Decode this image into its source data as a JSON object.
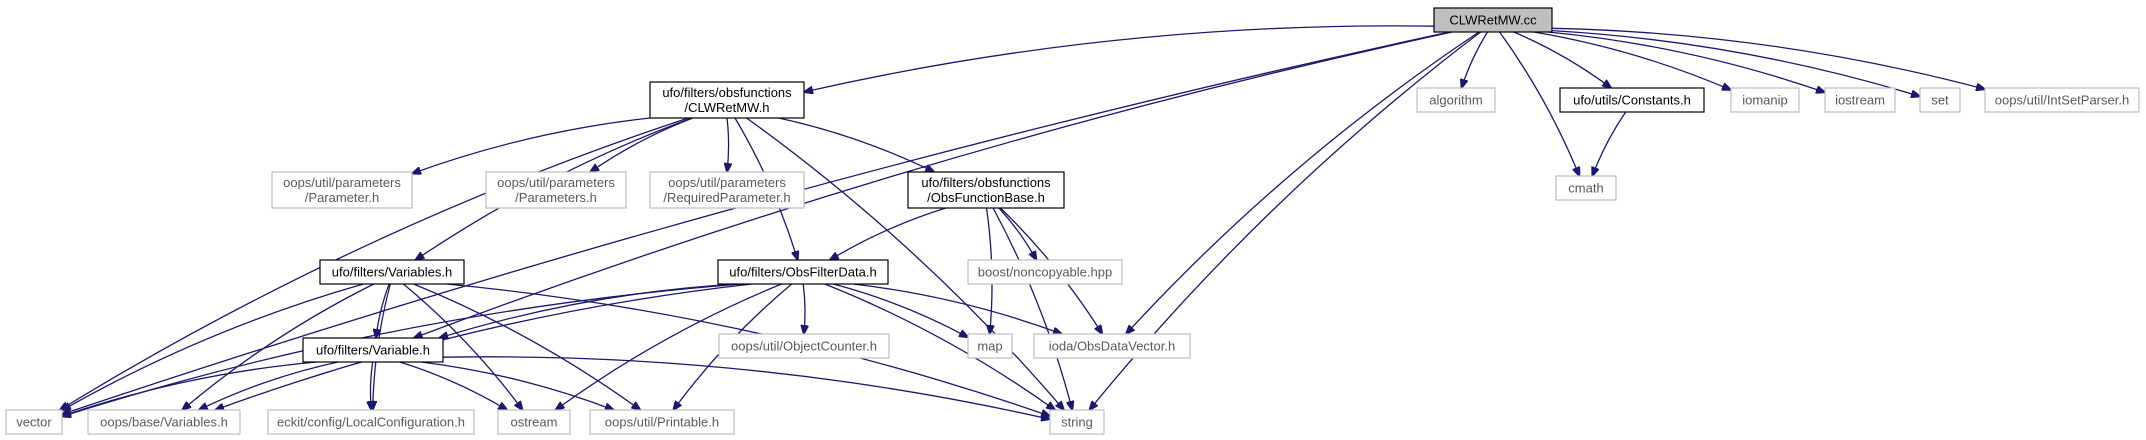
{
  "diagram": {
    "title": "CLWRetMW.cc",
    "nodes": [
      {
        "id": "root",
        "label": [
          "CLWRetMW.cc"
        ],
        "style": "root"
      },
      {
        "id": "clwh",
        "label": [
          "ufo/filters/obsfunctions",
          "/CLWRetMW.h"
        ],
        "style": "linked"
      },
      {
        "id": "algorithm",
        "label": [
          "algorithm"
        ],
        "style": "plain"
      },
      {
        "id": "constants",
        "label": [
          "ufo/utils/Constants.h"
        ],
        "style": "linked"
      },
      {
        "id": "iomanip",
        "label": [
          "iomanip"
        ],
        "style": "plain"
      },
      {
        "id": "iostream",
        "label": [
          "iostream"
        ],
        "style": "plain"
      },
      {
        "id": "set",
        "label": [
          "set"
        ],
        "style": "plain"
      },
      {
        "id": "intset",
        "label": [
          "oops/util/IntSetParser.h"
        ],
        "style": "plain"
      },
      {
        "id": "param",
        "label": [
          "oops/util/parameters",
          "/Parameter.h"
        ],
        "style": "plain"
      },
      {
        "id": "params",
        "label": [
          "oops/util/parameters",
          "/Parameters.h"
        ],
        "style": "plain"
      },
      {
        "id": "reqparam",
        "label": [
          "oops/util/parameters",
          "/RequiredParameter.h"
        ],
        "style": "plain"
      },
      {
        "id": "obsfuncbase",
        "label": [
          "ufo/filters/obsfunctions",
          "/ObsFunctionBase.h"
        ],
        "style": "linked"
      },
      {
        "id": "cmath",
        "label": [
          "cmath"
        ],
        "style": "plain"
      },
      {
        "id": "variables",
        "label": [
          "ufo/filters/Variables.h"
        ],
        "style": "linked"
      },
      {
        "id": "obsfilter",
        "label": [
          "ufo/filters/ObsFilterData.h"
        ],
        "style": "linked"
      },
      {
        "id": "noncopy",
        "label": [
          "boost/noncopyable.hpp"
        ],
        "style": "plain"
      },
      {
        "id": "variable",
        "label": [
          "ufo/filters/Variable.h"
        ],
        "style": "linked"
      },
      {
        "id": "objcounter",
        "label": [
          "oops/util/ObjectCounter.h"
        ],
        "style": "plain"
      },
      {
        "id": "map",
        "label": [
          "map"
        ],
        "style": "plain"
      },
      {
        "id": "iodaobs",
        "label": [
          "ioda/ObsDataVector.h"
        ],
        "style": "plain"
      },
      {
        "id": "vector",
        "label": [
          "vector"
        ],
        "style": "plain"
      },
      {
        "id": "basevars",
        "label": [
          "oops/base/Variables.h"
        ],
        "style": "plain"
      },
      {
        "id": "localconf",
        "label": [
          "eckit/config/LocalConfiguration.h"
        ],
        "style": "plain"
      },
      {
        "id": "ostream",
        "label": [
          "ostream"
        ],
        "style": "plain"
      },
      {
        "id": "printable",
        "label": [
          "oops/util/Printable.h"
        ],
        "style": "plain"
      },
      {
        "id": "string",
        "label": [
          "string"
        ],
        "style": "plain"
      }
    ],
    "edges": [
      [
        "root",
        "clwh"
      ],
      [
        "root",
        "algorithm"
      ],
      [
        "root",
        "constants"
      ],
      [
        "root",
        "iomanip"
      ],
      [
        "root",
        "iostream"
      ],
      [
        "root",
        "set"
      ],
      [
        "root",
        "intset"
      ],
      [
        "root",
        "cmath"
      ],
      [
        "root",
        "vector"
      ],
      [
        "root",
        "variable"
      ],
      [
        "root",
        "iodaobs"
      ],
      [
        "root",
        "string"
      ],
      [
        "constants",
        "cmath"
      ],
      [
        "clwh",
        "param"
      ],
      [
        "clwh",
        "params"
      ],
      [
        "clwh",
        "reqparam"
      ],
      [
        "clwh",
        "obsfuncbase"
      ],
      [
        "clwh",
        "variables"
      ],
      [
        "clwh",
        "obsfilter"
      ],
      [
        "clwh",
        "vector"
      ],
      [
        "clwh",
        "string"
      ],
      [
        "obsfuncbase",
        "obsfilter"
      ],
      [
        "obsfuncbase",
        "noncopy"
      ],
      [
        "obsfuncbase",
        "map"
      ],
      [
        "obsfuncbase",
        "iodaobs"
      ],
      [
        "obsfuncbase",
        "string"
      ],
      [
        "variables",
        "variable"
      ],
      [
        "variables",
        "vector"
      ],
      [
        "variables",
        "basevars"
      ],
      [
        "variables",
        "localconf"
      ],
      [
        "variables",
        "ostream"
      ],
      [
        "variables",
        "printable"
      ],
      [
        "variables",
        "string"
      ],
      [
        "obsfilter",
        "variable"
      ],
      [
        "obsfilter",
        "objcounter"
      ],
      [
        "obsfilter",
        "map"
      ],
      [
        "obsfilter",
        "iodaobs"
      ],
      [
        "obsfilter",
        "vector"
      ],
      [
        "obsfilter",
        "basevars"
      ],
      [
        "obsfilter",
        "ostream"
      ],
      [
        "obsfilter",
        "printable"
      ],
      [
        "obsfilter",
        "string"
      ],
      [
        "variable",
        "vector"
      ],
      [
        "variable",
        "basevars"
      ],
      [
        "variable",
        "localconf"
      ],
      [
        "variable",
        "ostream"
      ],
      [
        "variable",
        "printable"
      ],
      [
        "variable",
        "string"
      ]
    ]
  }
}
